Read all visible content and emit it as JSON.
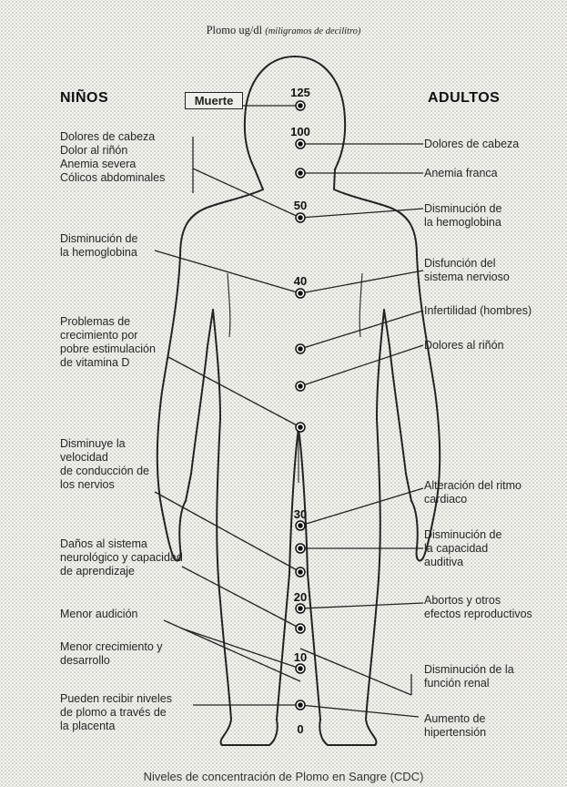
{
  "header": {
    "title_main": "Plomo ug/dl",
    "title_sub": "(miligramos de decilitro)",
    "children": "NIÑOS",
    "adults": "ADULTOS",
    "death": "Muerte"
  },
  "levels": [
    "125",
    "100",
    "50",
    "40",
    "30",
    "20",
    "10",
    "0"
  ],
  "children_effects": {
    "a1": "Dolores de cabeza",
    "a2": "Dolor al riñón",
    "a3": "Anemia severa",
    "a4": "Cólicos abdominales",
    "b1": "Disminución de",
    "b2": "la hemoglobina",
    "c1": "Problemas de",
    "c2": "crecimiento por",
    "c3": "pobre estimulación",
    "c4": "de vitamina D",
    "d1": "Disminuye la",
    "d2": "velocidad",
    "d3": "de conducción de",
    "d4": "los nervios",
    "e1": "Daños al sistema",
    "e2": "neurológico y capacidad",
    "e3": "de aprendizaje",
    "f1": "Menor audición",
    "g1": "Menor crecimiento y",
    "g2": "desarrollo",
    "h1": "Pueden recibir niveles",
    "h2": "de plomo a través de",
    "h3": "la placenta"
  },
  "adult_effects": {
    "a1": "Dolores de cabeza",
    "b1": "Anemia franca",
    "c1": "Disminución de",
    "c2": "la hemoglobina",
    "d1": "Disfunción del",
    "d2": "sistema nervioso",
    "e1": "Infertilidad (hombres)",
    "f1": "Dolores al riñón",
    "g1": "Alteración del ritmo",
    "g2": "cardiaco",
    "h1": "Disminución de",
    "h2": "la capacidad",
    "h3": "auditiva",
    "i1": "Abortos y otros",
    "i2": "efectos reproductivos",
    "j1": "Disminución de la",
    "j2": "función renal",
    "k1": "Aumento de",
    "k2": "hipertensión"
  },
  "footer": "Niveles de concentración de Plomo en Sangre (CDC)"
}
